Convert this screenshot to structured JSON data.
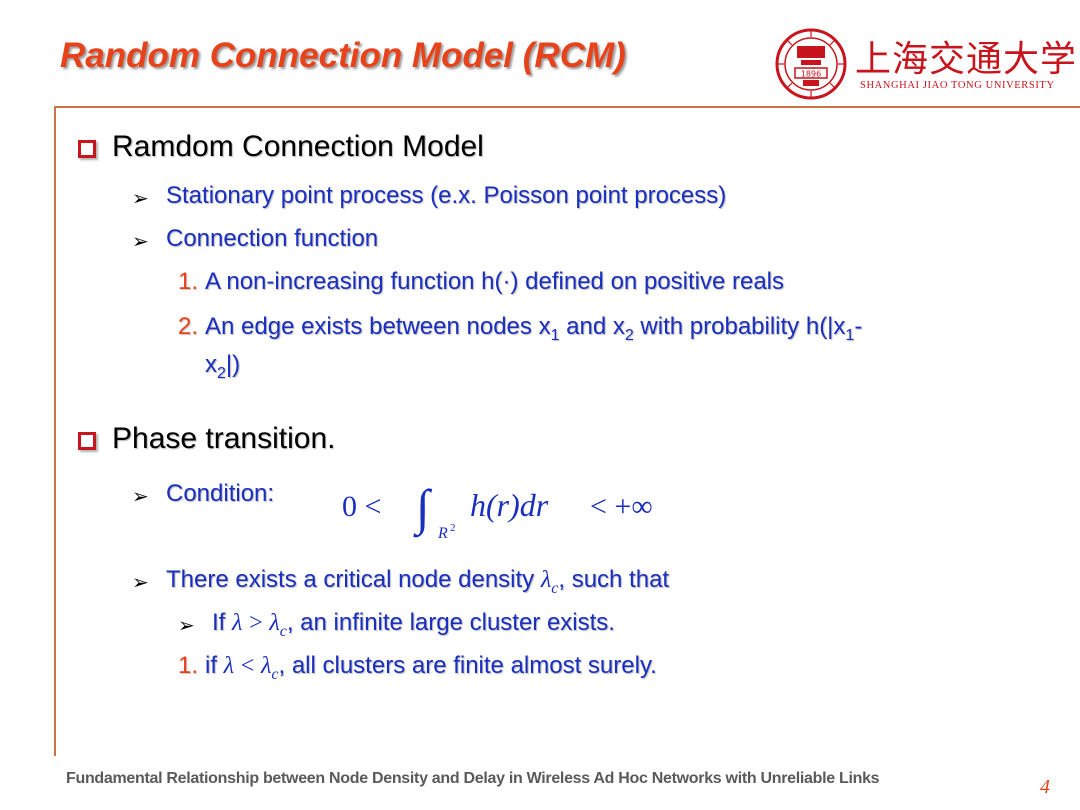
{
  "slide": {
    "title": "Random Connection Model (RCM)",
    "page_number": "4",
    "footer": "Fundamental Relationship between Node Density and Delay in Wireless Ad Hoc Networks with Unreliable Links"
  },
  "logo": {
    "cn_text": "上海交通大学",
    "en_text": "SHANGHAI JIAO TONG UNIVERSITY",
    "seal_year": "1896"
  },
  "section1": {
    "heading": "Ramdom Connection Model",
    "bullets": [
      "Stationary point process (e.x. Poisson point process)",
      "Connection function"
    ],
    "numbered": [
      {
        "num": "1.",
        "text": "A non-increasing function h(·) defined on positive reals"
      },
      {
        "num": "2.",
        "text_a": "An edge exists between nodes x",
        "sub1": "1",
        "text_b": " and x",
        "sub2": "2",
        "text_c": " with probability h(|x",
        "sub3": "1",
        "text_d": "-",
        "text_e": "x",
        "sub4": "2",
        "text_f": "|)"
      }
    ]
  },
  "section2": {
    "heading": "Phase transition.",
    "condition_label": "Condition:",
    "formula": {
      "left": "0 <",
      "integral_sub": "R",
      "integral_sup": "2",
      "body": "h(r)dr",
      "right": "< +∞"
    },
    "critical": {
      "text_a": "There exists a critical node density ",
      "symbol": "λ",
      "sub": "c",
      "text_b": ", such that"
    },
    "if_bullet": {
      "prefix": "If ",
      "lhs": "λ",
      "op": ">",
      "rhs": "λ",
      "sub": "c",
      "suffix": ", an infinite large cluster exists."
    },
    "if_numbered": {
      "num": "1.",
      "prefix": "if ",
      "lhs": "λ",
      "op": "<",
      "rhs": "λ",
      "sub": "c",
      "suffix": ", all clusters are finite almost surely."
    }
  },
  "colors": {
    "title": "#e8421a",
    "body_blue": "#1a2ec0",
    "bullet_square": "#c8141c",
    "rule": "#c87446",
    "logo_red": "#c8141c"
  }
}
